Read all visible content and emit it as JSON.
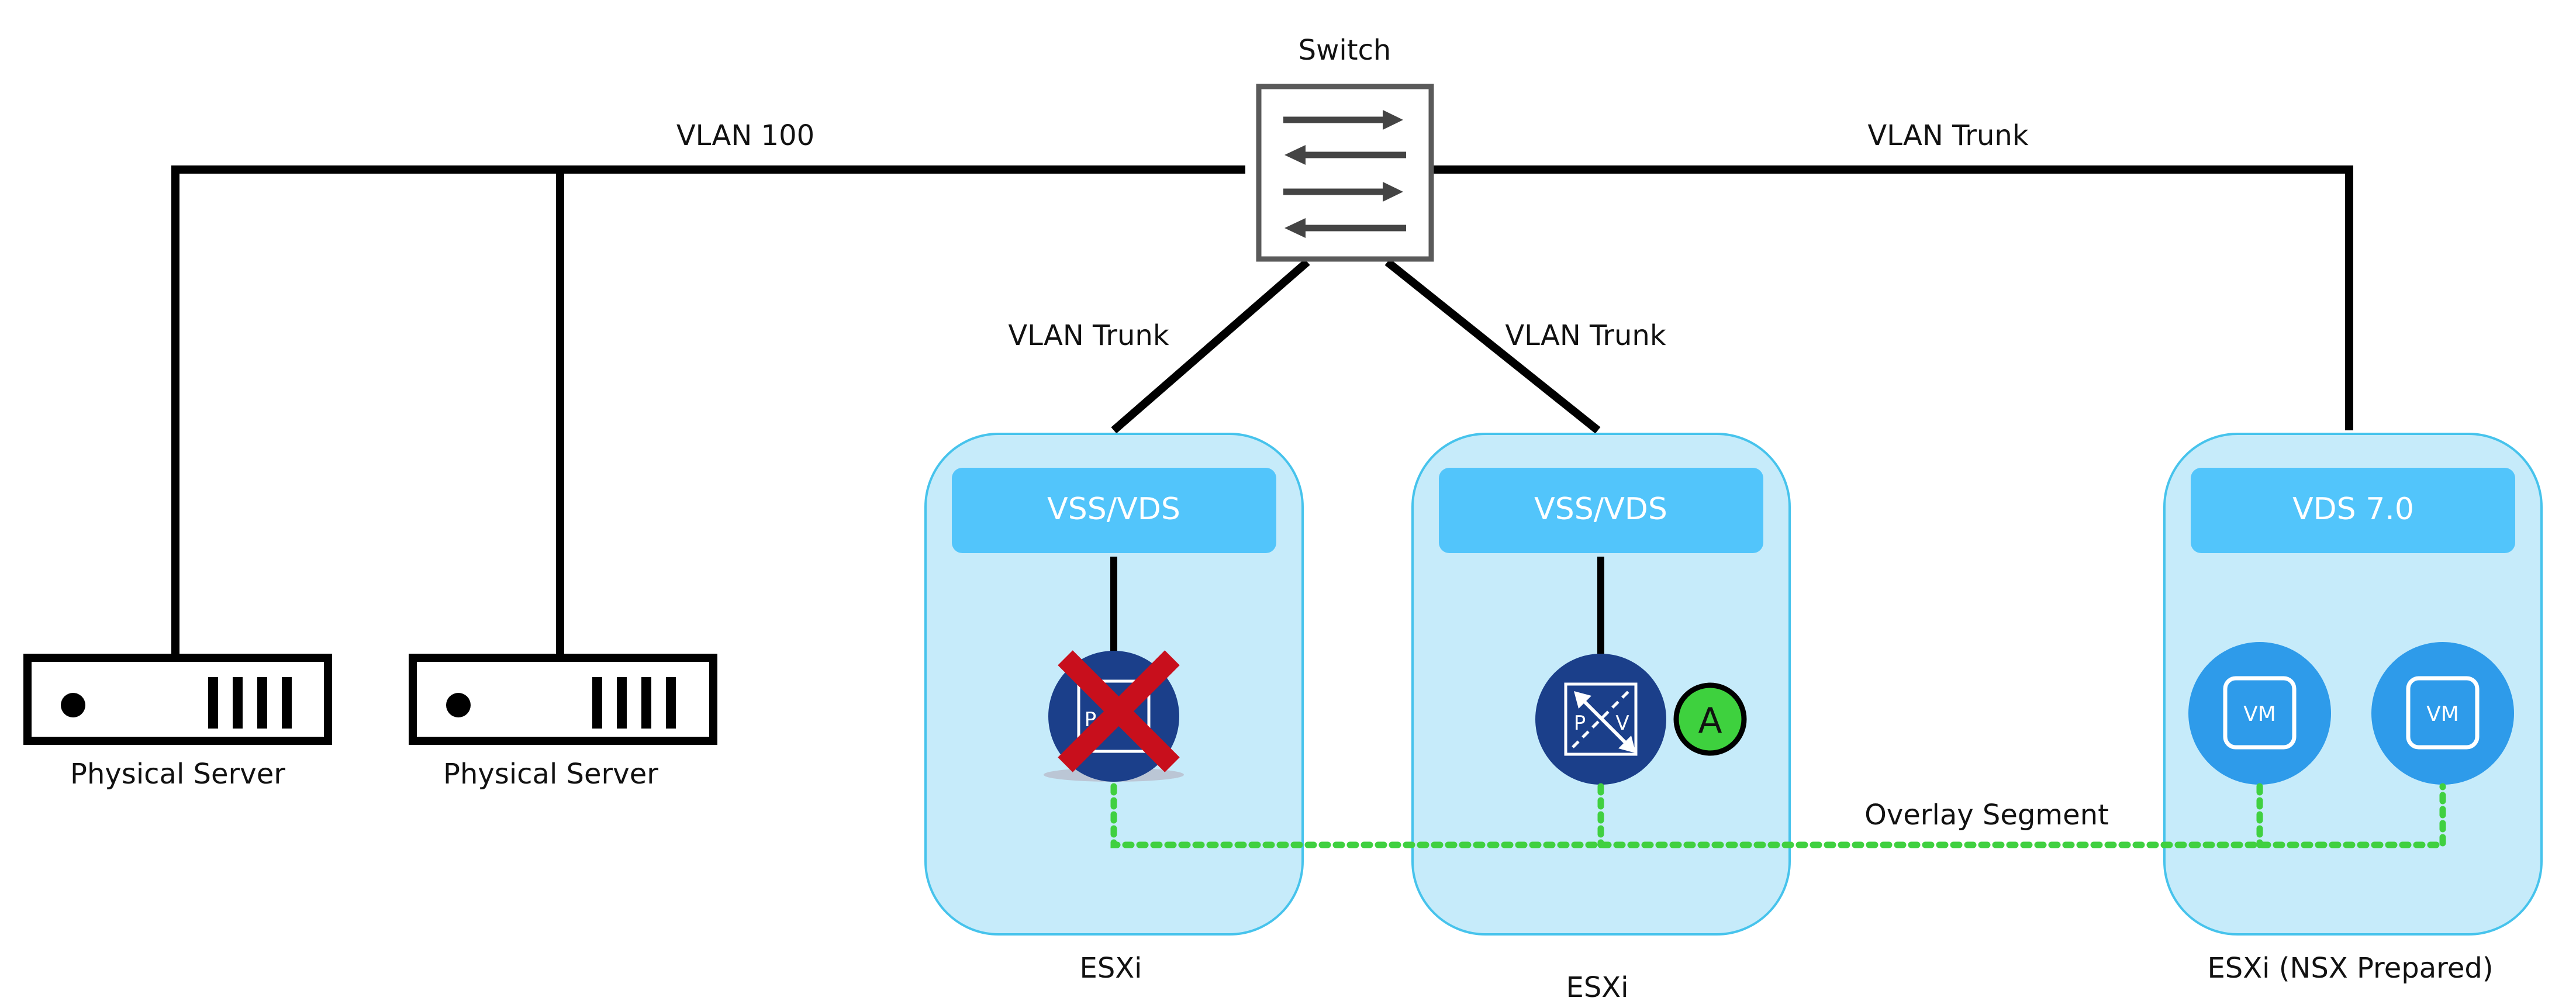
{
  "switch": {
    "label": "Switch"
  },
  "links": {
    "vlan100_label": "VLAN 100",
    "trunk_right_label": "VLAN Trunk",
    "trunk_host1_label": "VLAN Trunk",
    "trunk_host2_label": "VLAN Trunk"
  },
  "servers": [
    {
      "label": "Physical Server"
    },
    {
      "label": "Physical Server"
    }
  ],
  "hosts": [
    {
      "label": "ESXi",
      "switch_label": "VSS/VDS",
      "edge_marker": "P",
      "status": "failed"
    },
    {
      "label": "ESXi",
      "switch_label": "VSS/VDS",
      "edge_markers": [
        "P",
        "V"
      ],
      "badge": "A",
      "status": "active"
    },
    {
      "label": "ESXi (NSX Prepared)",
      "switch_label": "VDS 7.0",
      "vms": [
        "VM",
        "VM"
      ]
    }
  ],
  "overlay": {
    "label": "Overlay Segment"
  },
  "colors": {
    "line": "#000000",
    "host_fill": "#c6ebfa",
    "host_stroke": "#46c3ec",
    "chip_fill": "#52c5fb",
    "edge_fill": "#1b3f8a",
    "vm_fill": "#2e9bea",
    "overlay": "#40d040",
    "fail_x": "#c80f1c",
    "badge_fill": "#3ed13e"
  }
}
